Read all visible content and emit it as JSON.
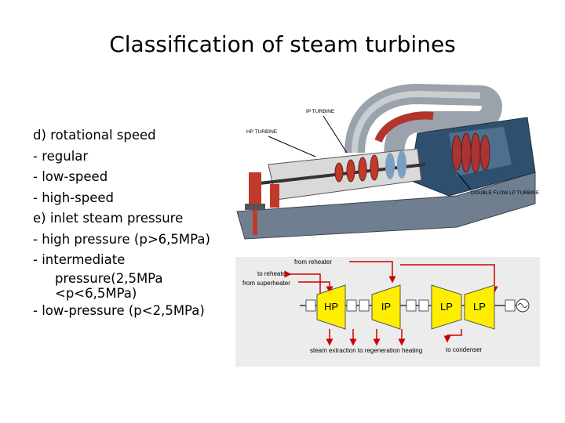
{
  "slide": {
    "title": "Classification of steam turbines",
    "bullets": [
      "d) rotational speed",
      "- regular",
      "- low-speed",
      "- high-speed",
      "e) inlet steam pressure",
      "- high pressure (p>6,5MPa)",
      "- intermediate",
      "pressure(2,5MPa <p<6,5MPa)",
      "- low-pressure (p<2,5MPa)"
    ]
  },
  "photo": {
    "labels": {
      "ip": "IP TURBINE",
      "hp": "HP TURBINE",
      "lp": "DOUBLE FLOW LP TURBINE"
    }
  },
  "schematic": {
    "stages": [
      "HP",
      "IP",
      "LP",
      "LP"
    ],
    "labels": {
      "from_reheater": "from reheater",
      "to_reheater": "to reheater",
      "from_superheater": "from superheater",
      "extraction": "steam extraction to regeneration heating",
      "to_condenser": "to condenser"
    },
    "colors": {
      "stage_fill": "#ffee00",
      "arrows": "#cc0000"
    }
  }
}
